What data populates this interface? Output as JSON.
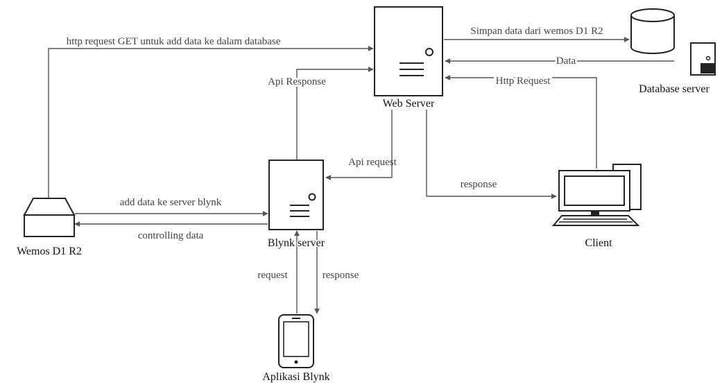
{
  "nodes": {
    "web_server": "Web Server",
    "database_server": "Database server",
    "blynk_server": "Blynk server",
    "wemos": "Wemos D1 R2",
    "client": "Client",
    "app": "Aplikasi Blynk"
  },
  "edges": {
    "wemos_to_web": "http request GET untuk add data ke dalam database",
    "web_to_db": "Simpan data dari wemos D1 R2",
    "db_to_web": "Data",
    "client_to_web": "Http Request",
    "blynk_to_web": "Api Response",
    "web_to_blynk": "Api request",
    "web_to_client": "response",
    "wemos_to_blynk": "add data ke server blynk",
    "blynk_to_wemos": "controlling data",
    "app_to_blynk": "request",
    "blynk_to_app": "response"
  }
}
